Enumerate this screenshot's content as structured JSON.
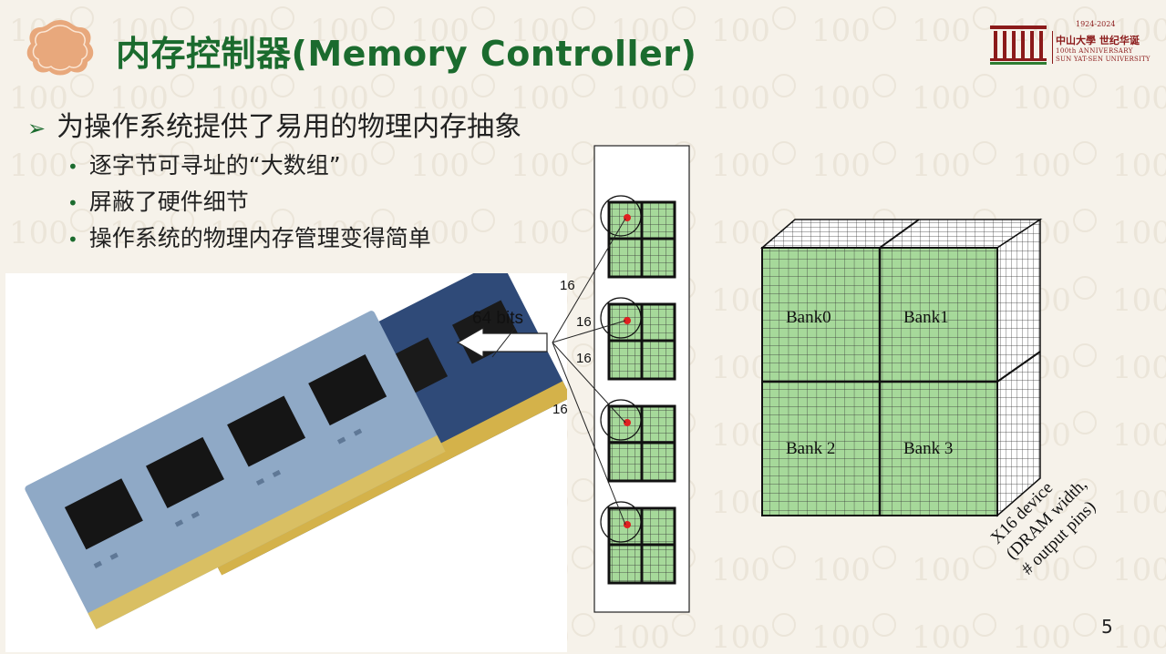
{
  "slide": {
    "title": "内存控制器(Memory Controller)",
    "page_number": "5"
  },
  "logo": {
    "years": "1924-2024",
    "chinese_name": "中山大學 世纪华诞",
    "anniversary": "100th ANNIVERSARY",
    "university": "SUN YAT-SEN UNIVERSITY"
  },
  "bullets": {
    "main": "为操作系统提供了易用的物理内存抽象",
    "subs": [
      "逐字节可寻址的“大数组”",
      "屏蔽了硬件细节",
      "操作系统的物理内存管理变得简单"
    ]
  },
  "diagram": {
    "bus_label": "64 bits",
    "chip_widths": [
      "16",
      "16",
      "16",
      "16"
    ],
    "banks": [
      "Bank0",
      "Bank1",
      "Bank 2",
      "Bank 3"
    ],
    "device_note": [
      "X16 device",
      "(DRAM width,",
      "# output pins)"
    ]
  },
  "colors": {
    "title_green": "#1b6b2e",
    "cell_green": "#a6d99a",
    "accent_red": "#e02020",
    "badge_orange": "#e8a87c"
  }
}
